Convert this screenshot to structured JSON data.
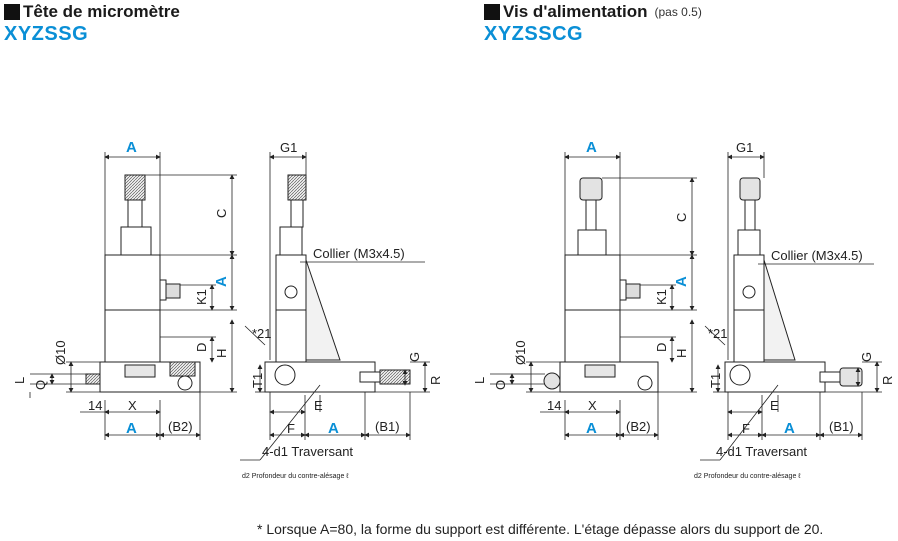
{
  "left": {
    "title": "Tête de micromètre",
    "model": "XYZSSG"
  },
  "right": {
    "title": "Vis d'alimentation",
    "subtitle": "(pas 0.5)",
    "model": "XYZSSCG"
  },
  "dims": {
    "A": "A",
    "C": "C",
    "K1": "K1",
    "D": "D",
    "H": "H",
    "X": "X",
    "d14": "14",
    "B2": "(B2)",
    "B1": "(B1)",
    "L": "L",
    "Q": "Q",
    "O": "O",
    "phi10": "Ø10",
    "G1": "G1",
    "G": "G",
    "R": "R",
    "T1": "T1",
    "E": "E",
    "F": "F",
    "s21": "*21"
  },
  "labels": {
    "collar": "Collier (M3x4.5)",
    "through": "4-d1 Traversant",
    "counterbore": "d2 Profondeur du contre-alésage ℓ"
  },
  "footnote": "* Lorsque A=80, la forme du support est différente. L'étage dépasse alors du support de 20.",
  "colors": {
    "accent": "#0a8fd6",
    "line": "#222222",
    "body": "#ffffff",
    "shade": "#d8d8d8"
  }
}
